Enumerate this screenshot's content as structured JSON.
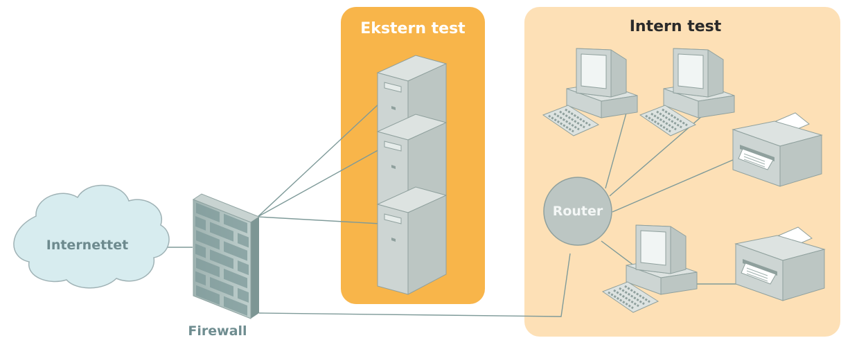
{
  "zones": {
    "external": {
      "title": "Ekstern test",
      "fill": "#f8b54a"
    },
    "internal": {
      "title": "Intern test",
      "fill": "#fde0b6"
    }
  },
  "nodes": {
    "internet": {
      "label": "Internettet",
      "fill": "#d7ecef"
    },
    "firewall": {
      "label": "Firewall"
    },
    "router": {
      "label": "Router",
      "fill": "#bcc6c3"
    }
  },
  "colors": {
    "link": "#7e9a99",
    "device_light": "#dde3e1",
    "device_mid": "#bcc6c3",
    "device_dark": "#98a5a2",
    "brick": "#7e9a99"
  }
}
